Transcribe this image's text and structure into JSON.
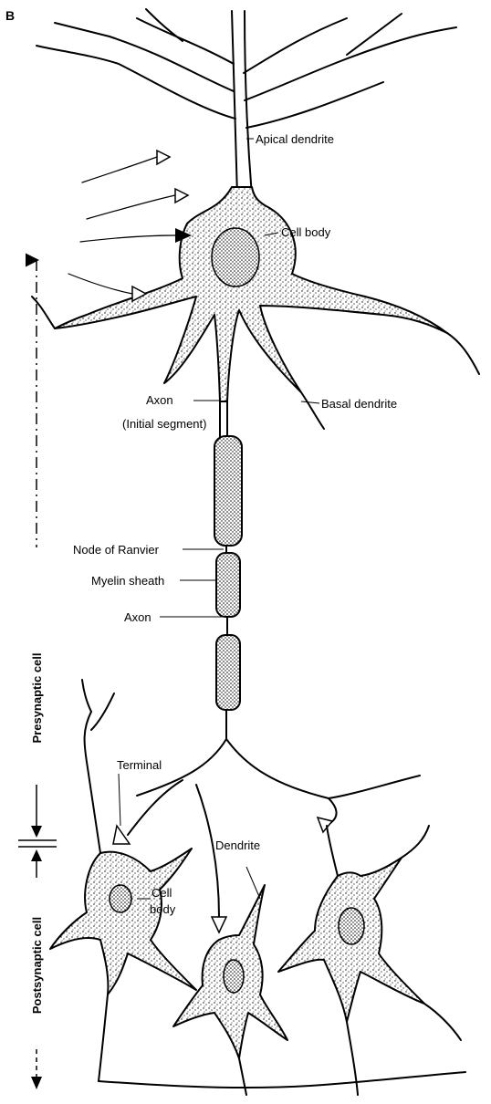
{
  "panel_letter": "B",
  "labels": {
    "apical_dendrite": "Apical dendrite",
    "cell_body_pre": "Cell body",
    "axon_initial": "Axon",
    "initial_segment": "(Initial segment)",
    "basal_dendrite": "Basal dendrite",
    "node_of_ranvier": "Node of Ranvier",
    "myelin_sheath": "Myelin sheath",
    "axon": "Axon",
    "terminal": "Terminal",
    "dendrite": "Dendrite",
    "cell_body_post_1": "Cell",
    "cell_body_post_2": "body"
  },
  "side_labels": {
    "presynaptic": "Presynaptic cell",
    "postsynaptic": "Postsynaptic cell"
  },
  "colors": {
    "ink": "#000000",
    "background": "#ffffff"
  }
}
